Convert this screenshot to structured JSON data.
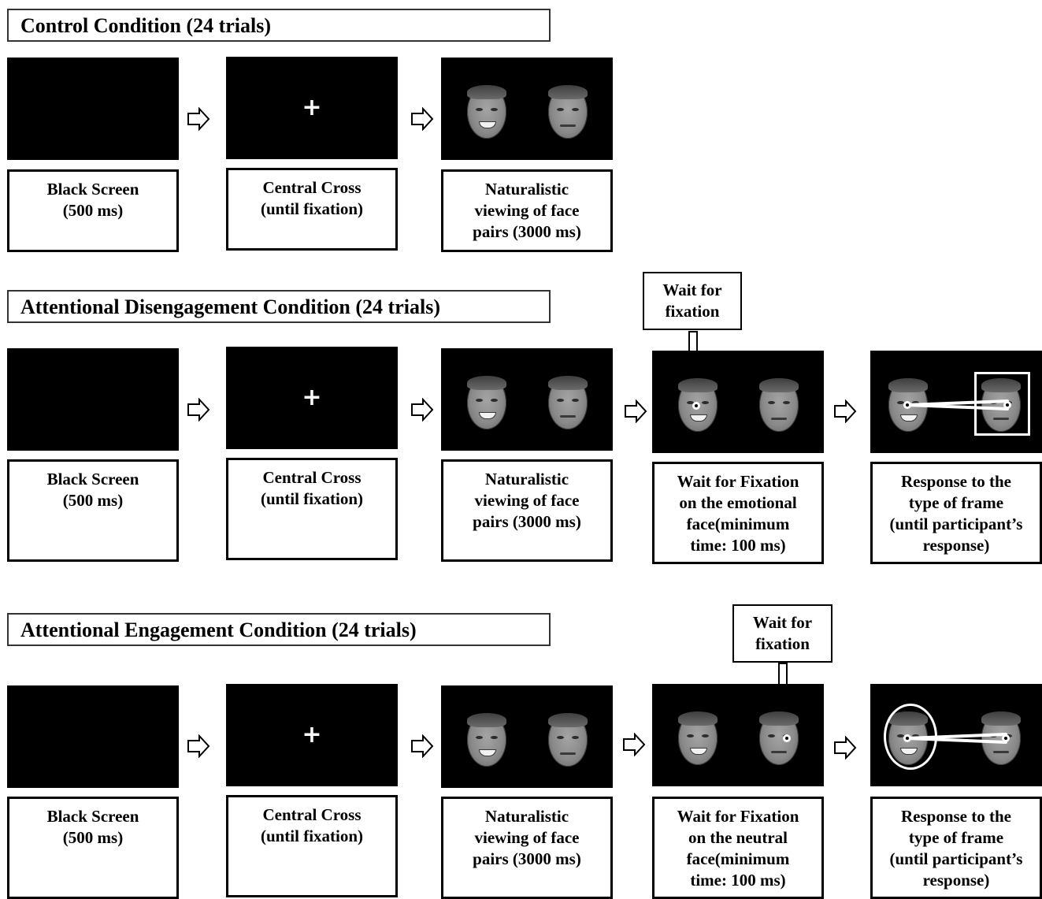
{
  "conditions": [
    {
      "title": "Control Condition (24 trials)",
      "labels": [
        "Black Screen\n(500 ms)",
        "Central Cross\n(until  fixation)",
        "Naturalistic\nviewing of face\npairs (3000 ms)"
      ]
    },
    {
      "title": "Attentional Disengagement Condition (24 trials)",
      "labels": [
        "Black Screen\n(500 ms)",
        "Central Cross\n(until  fixation)",
        "Naturalistic\nviewing of face\npairs (3000 ms)",
        "Wait for Fixation\non the emotional\nface(minimum\ntime: 100 ms)",
        "Response to the\ntype of frame\n(until participant’s\nresponse)"
      ],
      "wait_label": "Wait for\nfixation"
    },
    {
      "title": "Attentional Engagement Condition (24 trials)",
      "labels": [
        "Black Screen\n(500 ms)",
        "Central Cross\n(until  fixation)",
        "Naturalistic\nviewing of face\npairs (3000 ms)",
        "Wait for Fixation\non the neutral\nface(minimum\ntime: 100 ms)",
        "Response to the\ntype of frame\n(until participant’s\nresponse)"
      ],
      "wait_label": "Wait for\nfixation"
    }
  ],
  "cross_symbol": "+",
  "colors": {
    "screen": "#000000",
    "frame": "#ffffff",
    "border": "#000000"
  }
}
